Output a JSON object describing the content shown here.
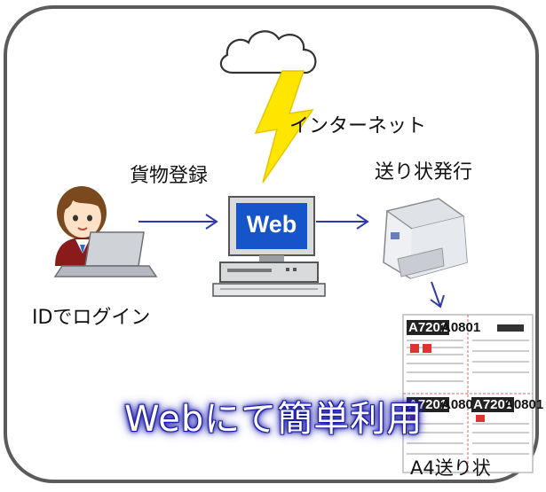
{
  "labels": {
    "internet": "インターネット",
    "cargo_registration": "貨物登録",
    "waybill_issue": "送り状発行",
    "web": "Web",
    "login": "IDでログイン",
    "headline": "Webにて簡単利用",
    "a4_waybill": "A4送り状"
  },
  "document_codes": {
    "top_left_dark": "A7201",
    "top_left_light": "A0801",
    "bottom_left_dark": "A7201",
    "bottom_left_light": "A0801",
    "bottom_right_dark": "A7201",
    "bottom_right_light": "A0801"
  },
  "icons": [
    "cloud-icon",
    "lightning-icon",
    "user-laptop-icon",
    "computer-icon",
    "printer-icon",
    "waybill-sheet-icon"
  ],
  "colors": {
    "frame": "#5b5b5b",
    "arrow": "#2f3aa6",
    "lightning": "#ffe600",
    "headline_glow": "#1a1aa0",
    "screen": "#1554c9"
  }
}
